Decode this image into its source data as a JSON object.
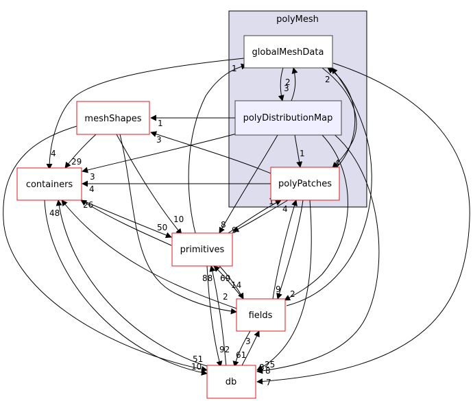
{
  "cluster": {
    "label": "polyMesh"
  },
  "nodes": {
    "globalMeshData": "globalMeshData",
    "polyDistributionMap": "polyDistributionMap",
    "meshShapes": "meshShapes",
    "containers": "containers",
    "polyPatches": "polyPatches",
    "primitives": "primitives",
    "fields": "fields",
    "db": "db"
  },
  "edge_labels": {
    "gmd_containers": "4",
    "gmd_pdm": "2",
    "pdm_gmd": "3",
    "gmd_polyPatches": "4",
    "pdm_meshShapes": "1",
    "pdm_containers": "3",
    "pdm_polyPatches": "1",
    "pdm_primitives": "8",
    "primitives_gmd": "1",
    "polyPatches_gmd": "2",
    "polyPatches_meshShapes": "3",
    "polyPatches_containers": "4",
    "polyPatches_primitives": "9",
    "primitives_polyPatches": "1",
    "fields_polyPatches": "4",
    "polyPatches_fields": "9",
    "pdm_fields": "2",
    "meshShapes_containers": "29",
    "meshShapes_primitives": "10",
    "containers_primitives": "50",
    "primitives_containers": "26",
    "containers_db": "10",
    "db_containers": "48",
    "meshShapes_db": "51",
    "fields_primitives": "69",
    "primitives_fields": "14",
    "fields_containers": "2",
    "primitives_db": "92",
    "db_primitives": "88",
    "fields_db": "61",
    "db_fields": "3",
    "polyPatches_db": "8",
    "gmd_db": "7",
    "pdm_db": "25",
    "pdm_db2": "8"
  }
}
